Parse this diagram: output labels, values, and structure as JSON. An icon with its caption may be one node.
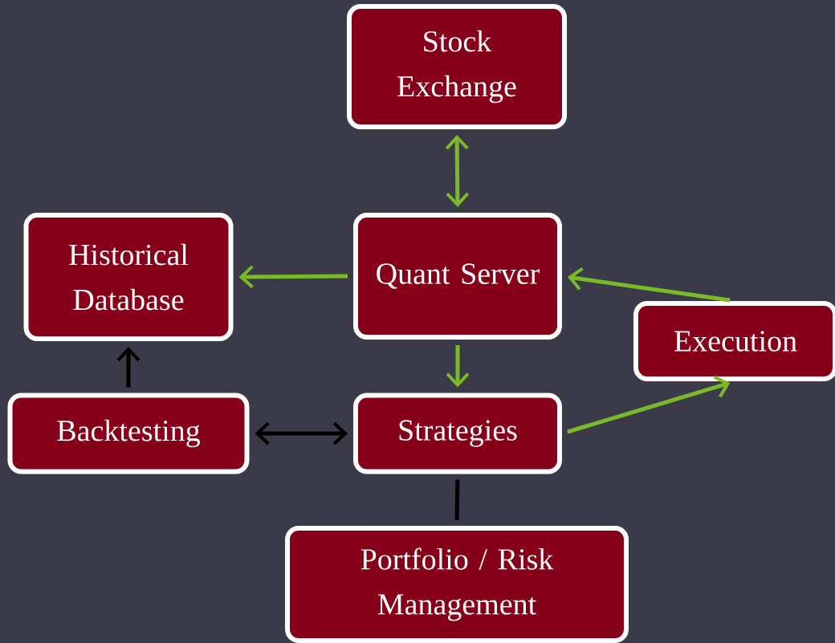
{
  "diagram": {
    "nodes": [
      {
        "text": [
          "Stock Exchange"
        ]
      },
      {
        "text": [
          "Historical Database"
        ]
      },
      {
        "text": [
          "Quant Server"
        ]
      },
      {
        "text": [
          "Execution"
        ]
      },
      {
        "text": [
          "Backtesting"
        ]
      },
      {
        "text": [
          "Strategies"
        ]
      },
      {
        "text": [
          "Portfolio / Risk Management"
        ]
      }
    ],
    "edges": [
      {
        "from": 0,
        "to": 2,
        "arrow": "both"
      },
      {
        "from": 2,
        "to": 1,
        "arrow": "to"
      },
      {
        "from": 3,
        "to": 2,
        "arrow": "to"
      },
      {
        "from": 2,
        "to": 5,
        "arrow": "to"
      },
      {
        "from": 5,
        "to": 3,
        "arrow": "to"
      },
      {
        "from": 4,
        "to": 1,
        "arrow": "to",
        "color": "#000000"
      },
      {
        "from": 4,
        "to": 5,
        "arrow": "both",
        "color": "#000000"
      },
      {
        "from": 5,
        "to": 6,
        "arrow": "none",
        "color": "#000000"
      }
    ]
  }
}
